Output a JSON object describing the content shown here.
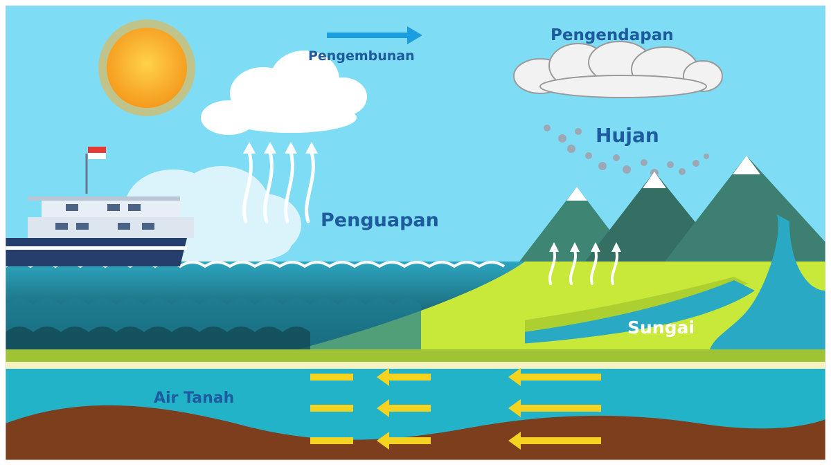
{
  "labels": {
    "condensation": "Pengembunan",
    "precipitation": "Pengendapan",
    "rain": "Hujan",
    "evaporation": "Penguapan",
    "river": "Sungai",
    "groundwater": "Air Tanah"
  },
  "colors": {
    "sky": "#7fdcf5",
    "sea_top": "#2a9bb4",
    "sea_deep": "#14535f",
    "ground_water": "#22b3c9",
    "land": "#c9e93a",
    "soil": "#7c3e1c",
    "mountain": "#3d7f70",
    "river": "#29a9c3",
    "sun": "#f9a425",
    "label_blue": "#1d5a9e",
    "flow_arrow": "#f5d321"
  },
  "icons": [
    "sun-icon",
    "cloud-icon",
    "ship-icon",
    "flag-icon",
    "mountain-icon",
    "arrow-right-icon",
    "arrow-left-icon",
    "arrow-up-icon"
  ]
}
